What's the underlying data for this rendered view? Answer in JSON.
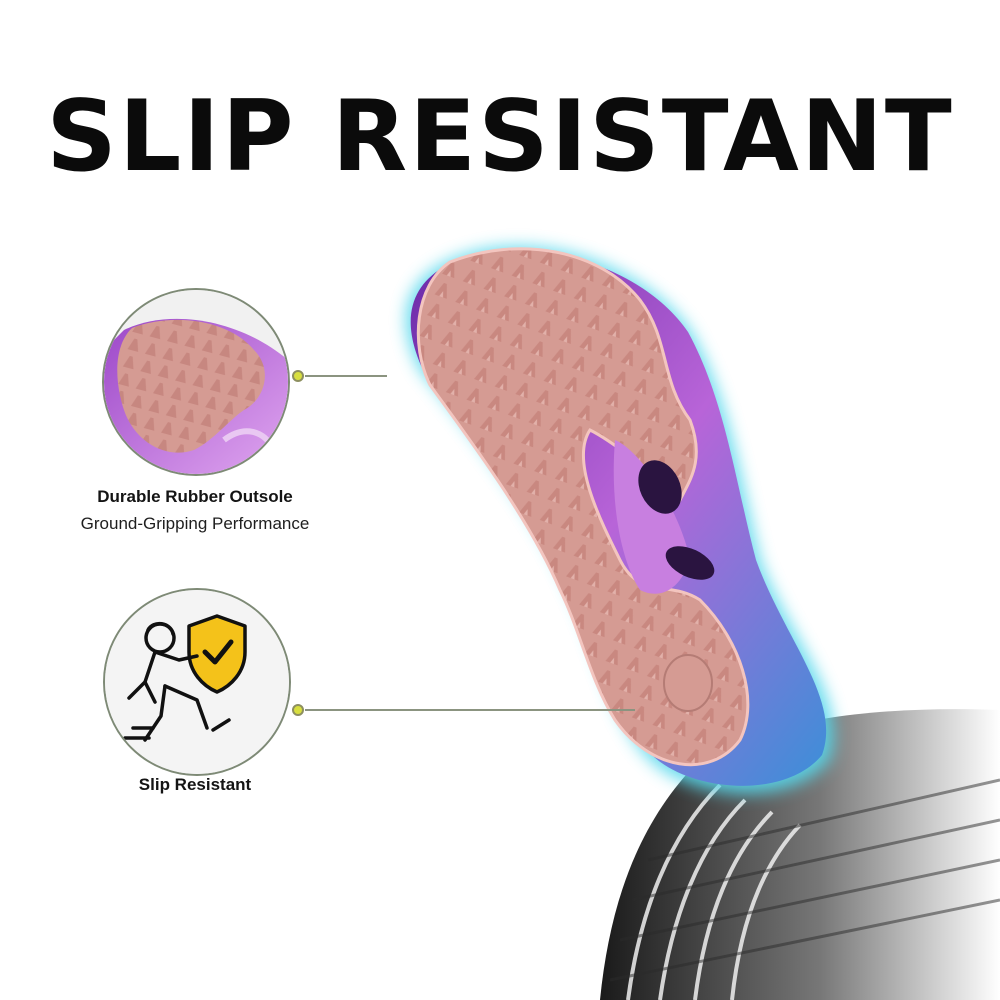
{
  "header": {
    "title": "SLIP RESISTANT"
  },
  "features": [
    {
      "title": "Durable Rubber Outsole",
      "subtitle": "Ground-Gripping Performance",
      "icon": "outsole-closeup-icon"
    },
    {
      "title": "Slip Resistant",
      "icon": "slip-shield-check-icon"
    }
  ],
  "colors": {
    "sole": "#d49a92",
    "purple": "#9a3fc0",
    "glow": "#53d6ea",
    "accent_dot": "#d8df3f",
    "shield": "#f4c21a"
  }
}
